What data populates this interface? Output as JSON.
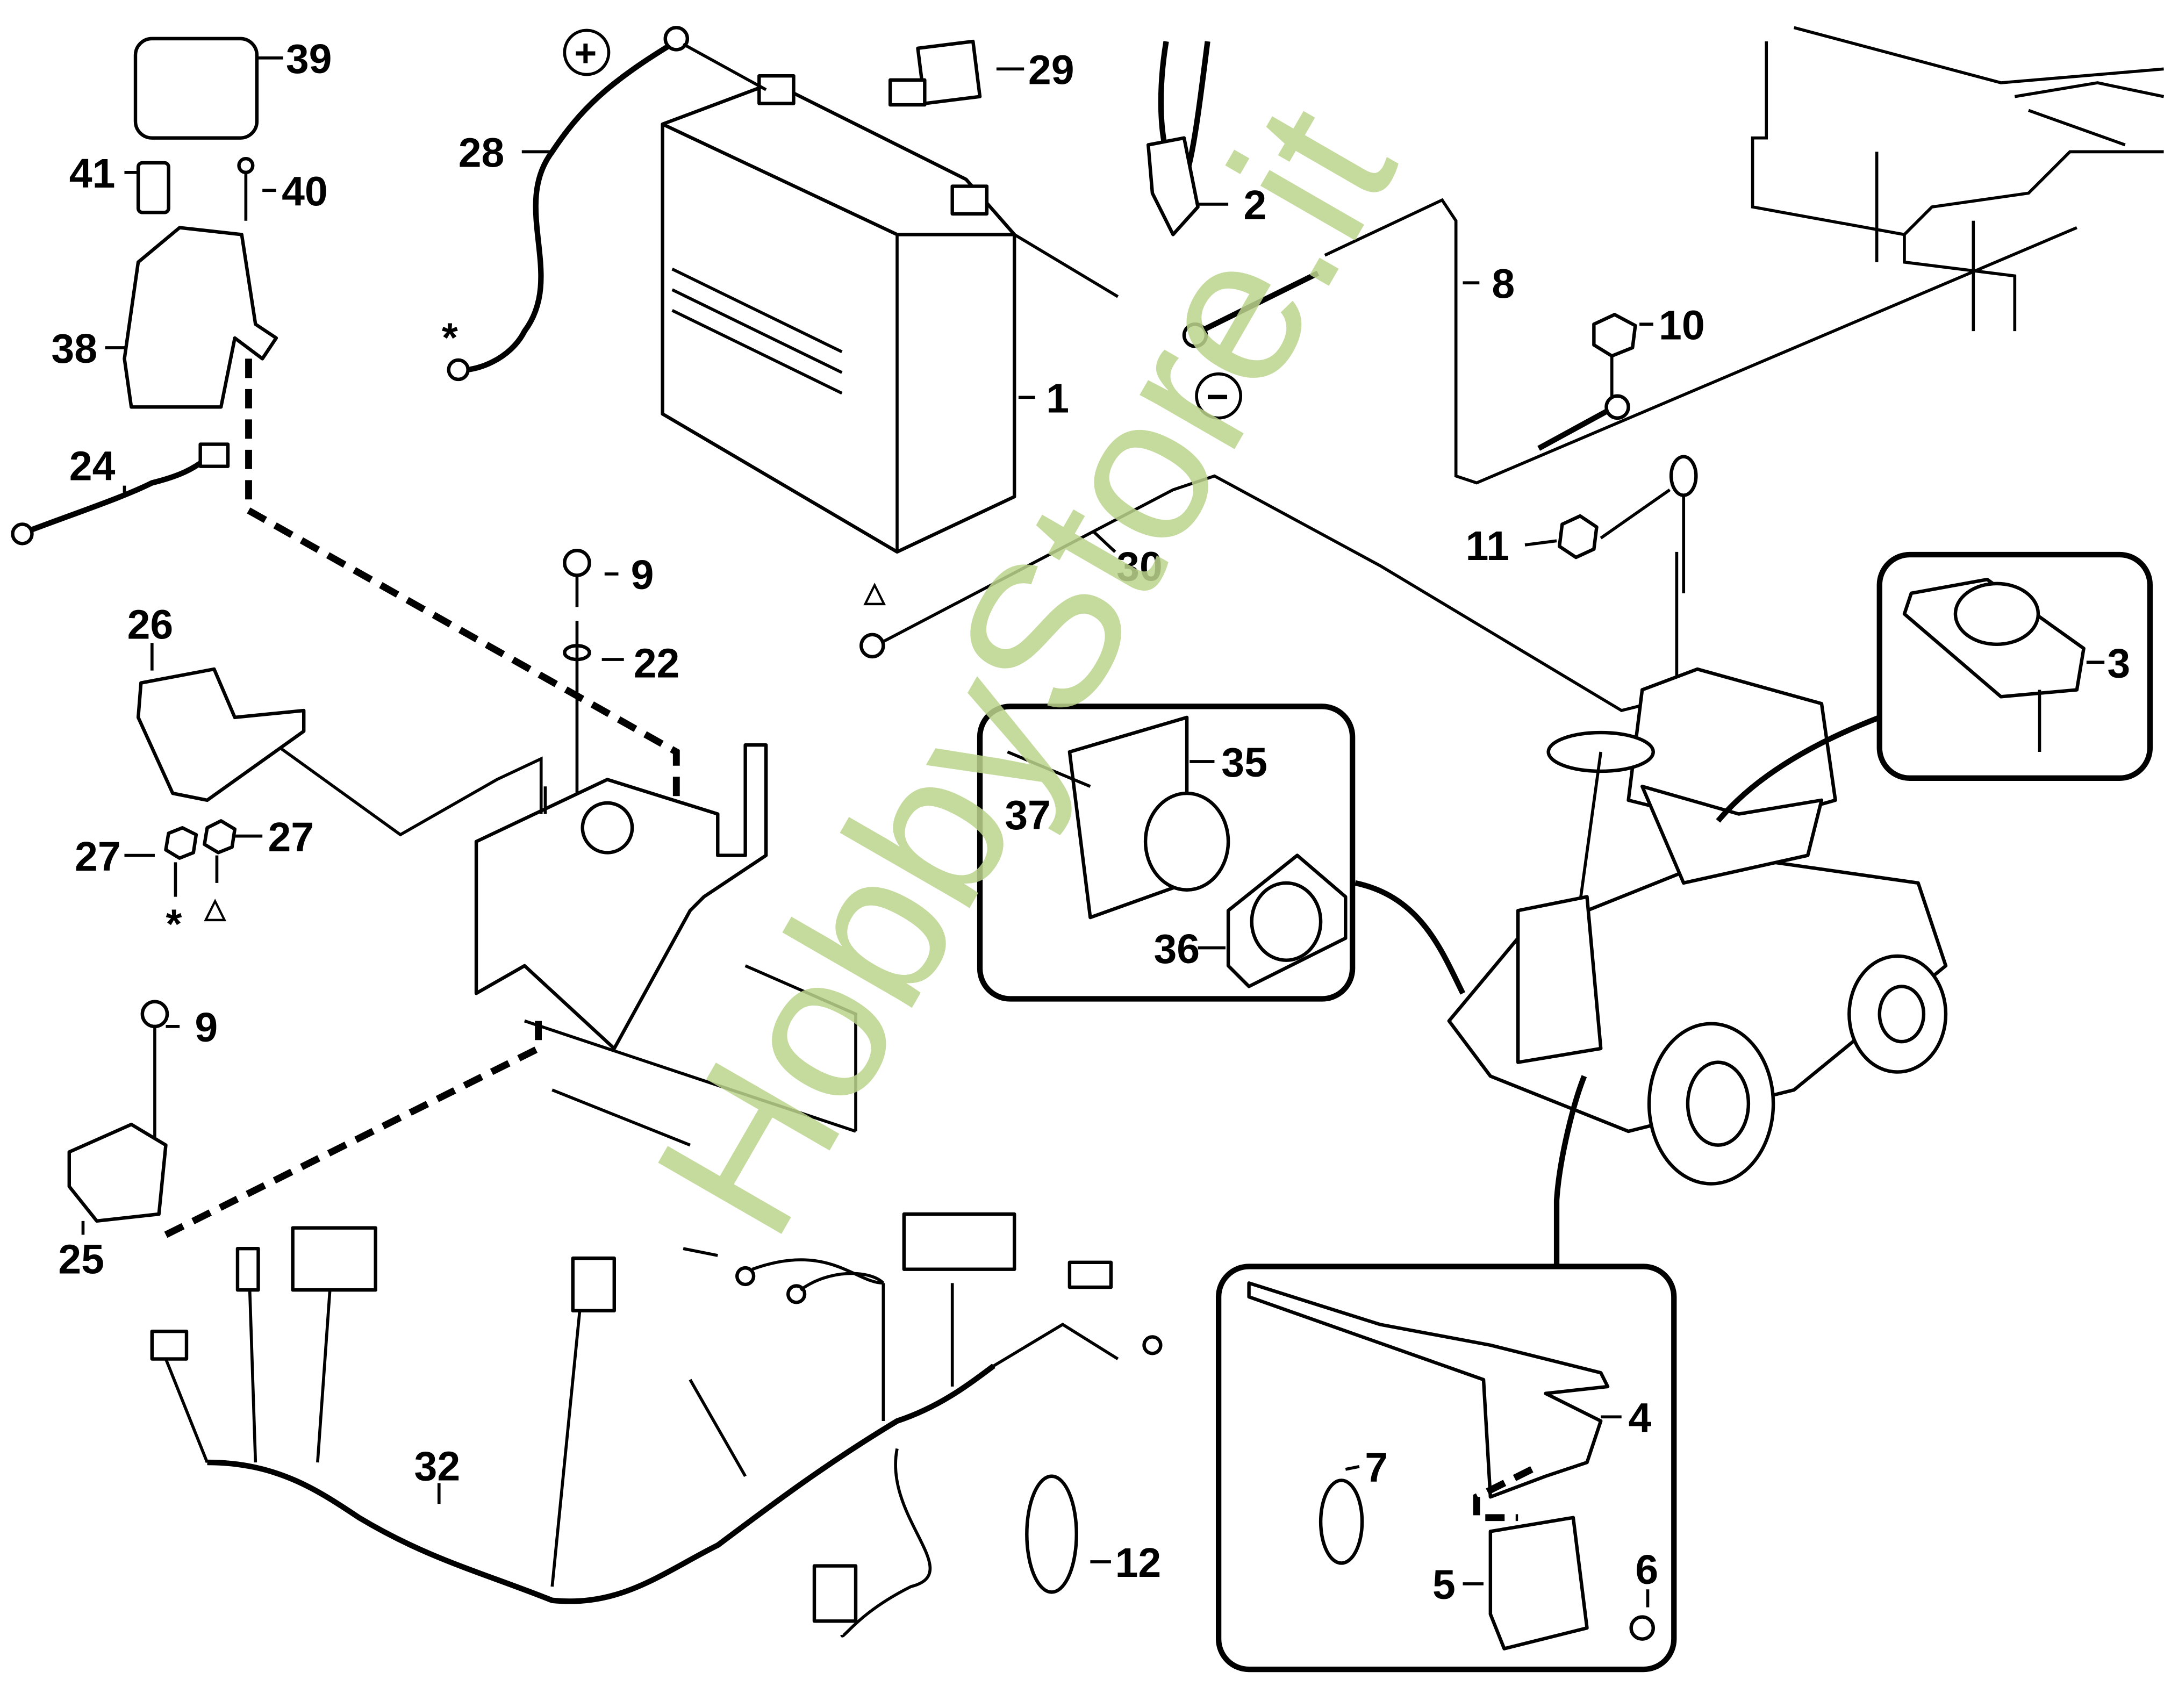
{
  "diagram": {
    "labels": [
      "39",
      "29",
      "28",
      "41",
      "40",
      "2",
      "8",
      "10",
      "38",
      "*",
      "1",
      "24",
      "11",
      "30",
      "9",
      "22",
      "26",
      "3",
      "35",
      "37",
      "27",
      "27",
      "*",
      "36",
      "9",
      "25",
      "4",
      "7",
      "32",
      "12",
      "6",
      "5"
    ],
    "symbols": {
      "plus": "+",
      "minus": "−",
      "triangle1": "△",
      "triangle2": "△"
    },
    "watermark": "HobbyStore.it",
    "watermark_color": "#bcd58c",
    "line_color": "#000000"
  }
}
